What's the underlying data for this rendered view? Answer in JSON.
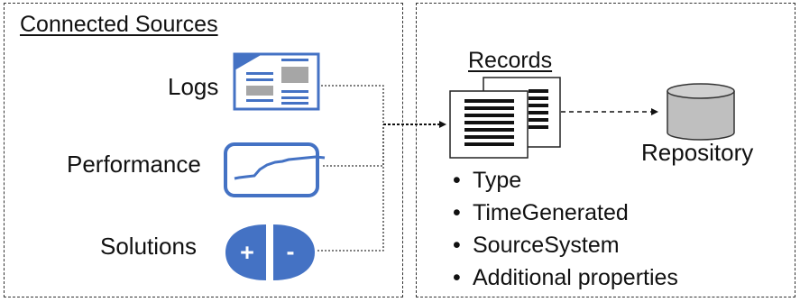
{
  "sources": {
    "title": "Connected Sources",
    "logs_label": "Logs",
    "performance_label": "Performance",
    "solutions_label": "Solutions",
    "solutions_plus": "+",
    "solutions_minus": "-"
  },
  "records": {
    "title": "Records",
    "properties": [
      "Type",
      "TimeGenerated",
      "SourceSystem",
      "Additional properties"
    ]
  },
  "repository": {
    "label": "Repository"
  },
  "colors": {
    "icon_blue": "#4472c4",
    "icon_fill_light": "#d9e1f0",
    "icon_gray": "#a6a6a6",
    "repository_gray": "#bfbfbf"
  }
}
